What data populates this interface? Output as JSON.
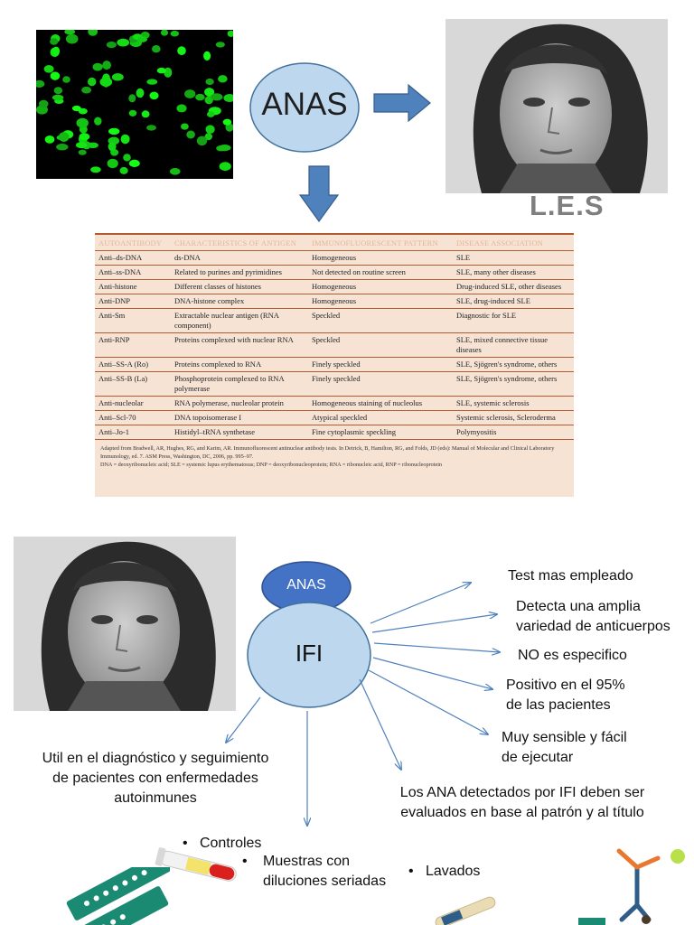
{
  "top": {
    "center_ellipse": "ANAS",
    "patient_caption": "L.E.S"
  },
  "table": {
    "headers": [
      "AUTOANTIBODY",
      "CHARACTERISTICS OF ANTIGEN",
      "IMMUNOFLUORESCENT PATTERN",
      "DISEASE ASSOCIATION"
    ],
    "rows": [
      [
        "Anti–ds-DNA",
        "ds-DNA",
        "Homogeneous",
        "SLE"
      ],
      [
        "Anti–ss-DNA",
        "Related to purines and pyrimidines",
        "Not detected on routine screen",
        "SLE, many other diseases"
      ],
      [
        "Anti-histone",
        "Different classes of histones",
        "Homogeneous",
        "Drug-induced SLE, other diseases"
      ],
      [
        "Anti-DNP",
        "DNA-histone complex",
        "Homogeneous",
        "SLE, drug-induced SLE"
      ],
      [
        "Anti-Sm",
        "Extractable nuclear antigen (RNA component)",
        "Speckled",
        "Diagnostic for SLE"
      ],
      [
        "Anti-RNP",
        "Proteins complexed with nuclear RNA",
        "Speckled",
        "SLE, mixed connective tissue diseases"
      ],
      [
        "Anti–SS-A (Ro)",
        "Proteins complexed to RNA",
        "Finely speckled",
        "SLE, Sjögren's syndrome, others"
      ],
      [
        "Anti–SS-B (La)",
        "Phosphoprotein complexed to RNA polymerase",
        "Finely speckled",
        "SLE, Sjögren's syndrome, others"
      ],
      [
        "Anti-nucleolar",
        "RNA polymerase, nucleolar protein",
        "Homogeneous staining of nucleolus",
        "SLE, systemic sclerosis"
      ],
      [
        "Anti–Scl-70",
        "DNA topoisomerase I",
        "Atypical speckled",
        "Systemic sclerosis, Scleroderma"
      ],
      [
        "Anti–Jo-1",
        "Histidyl–tRNA synthetase",
        "Fine cytoplasmic speckling",
        "Polymyositis"
      ]
    ],
    "source_note": "Adapted from Bradwell, AR, Hughes, RG, and Karim, AR. Immunofluorescent antinuclear antibody tests. In Detrick, B, Hamilton, RG, and Folds, JD (eds): Manual of Molecular and Clinical Laboratory Immunology, ed. 7. ASM Press, Washington, DC, 2006, pp. 995–97.",
    "abbrev_note": "DNA = deoxyribonucleic acid; SLE = systemic lupus erythematosus; DNP = deoxyribonucleoprotein; RNA = ribonucleic acid, RNP = ribonucleoprotein"
  },
  "bottom": {
    "small_ellipse": "ANAS",
    "big_ellipse": "IFI",
    "right_items": [
      "Test mas empleado",
      "Detecta una amplia variedad de anticuerpos",
      "NO  es especifico",
      "Positivo en el 95% de las pacientes",
      "Muy sensible y fácil de ejecutar"
    ],
    "right_lines": [
      [
        "Test mas empleado"
      ],
      [
        "Detecta una amplia",
        "variedad de anticuerpos"
      ],
      [
        "NO  es especifico"
      ],
      [
        "Positivo en el 95%",
        "de las pacientes"
      ],
      [
        "Muy sensible y fácil",
        "de ejecutar"
      ]
    ],
    "left_text": [
      "Util en el diagnóstico y seguimiento",
      "de pacientes con enfermedades",
      "autoinmunes"
    ],
    "center_text": [
      "Los ANA detectados por IFI deben ser",
      "evaluados en base al patrón y al título"
    ],
    "bullets": {
      "controles": "Controles",
      "muestras": [
        "Muestras con",
        "diluciones seriadas"
      ],
      "lavados": "Lavados"
    }
  },
  "colors": {
    "ellipse_fill": "#bdd7ee",
    "ellipse_stroke": "#41719c",
    "dark_ellipse": "#4472c4",
    "arrow": "#4f81bd",
    "table_bg": "#f7e3d4",
    "table_rule": "#b25a30",
    "fluor_green": "#22e322"
  }
}
